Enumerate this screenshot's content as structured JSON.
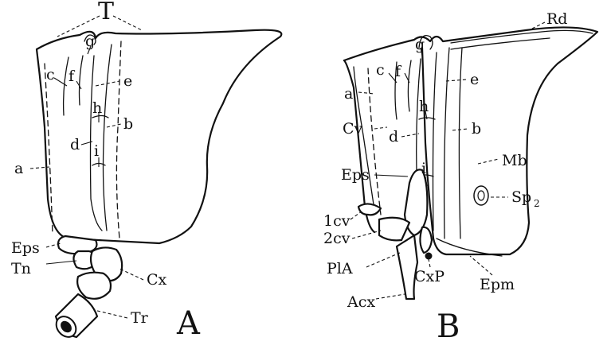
{
  "figure": {
    "A": {
      "panel_letter": "A",
      "labels": {
        "T": "T",
        "g": "g",
        "c": "c",
        "f": "f",
        "e": "e",
        "h": "h",
        "b": "b",
        "d": "d",
        "i": "i",
        "a": "a",
        "Eps": "Eps",
        "Tn": "Tn",
        "Cx": "Cx",
        "Tr": "Tr"
      }
    },
    "B": {
      "panel_letter": "B",
      "labels": {
        "Rd": "Rd",
        "g": "g",
        "c": "c",
        "f": "f",
        "e": "e",
        "a": "a",
        "h": "h",
        "b": "b",
        "Cv": "Cv",
        "d": "d",
        "Mb": "Mb",
        "i": "i",
        "Eps": "Eps",
        "Sp": "Sp",
        "Sp_sub": "2",
        "1cv": "1cv",
        "2cv": "2cv",
        "PlA": "PlA",
        "CxP": "CxP",
        "Epm": "Epm",
        "Acx": "Acx"
      }
    }
  }
}
